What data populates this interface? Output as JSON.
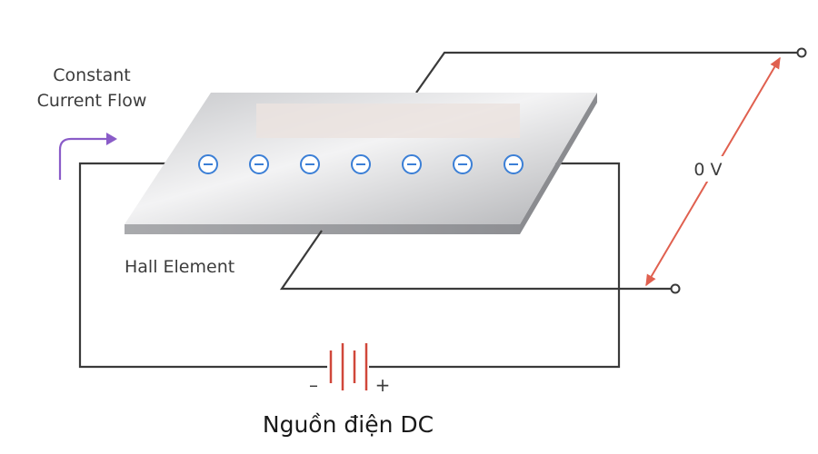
{
  "labels": {
    "current_flow_line1": "Constant",
    "current_flow_line2": "Current Flow",
    "hall_element": "Hall Element",
    "voltage": "0 V",
    "battery_negative": "–",
    "battery_positive": "+",
    "caption": "Nguồn điện DC"
  },
  "electrons": {
    "count": 7,
    "symbol": "−"
  },
  "colors": {
    "wire": "#3a3a3a",
    "voltage_arrow": "#e0604f",
    "current_arrow": "#8a5cc8",
    "battery": "#d0473a",
    "electron": "#3b7fd6",
    "plate_top_light": "#f4f4f5",
    "plate_top_dark": "#b9babd"
  }
}
